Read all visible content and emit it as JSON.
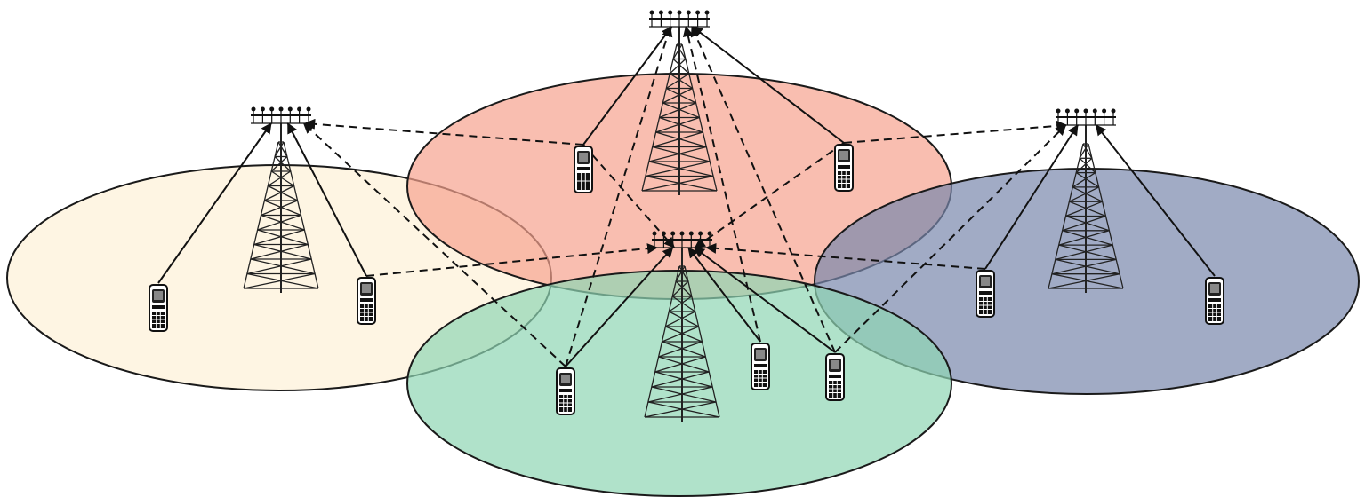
{
  "colors": {
    "cell_yellow": "#fdf1d7",
    "cell_red": "#f7a38e",
    "cell_green": "#8fd6b3",
    "cell_blue": "#7987ac",
    "stroke": "#1a1a1a",
    "tower": "#222222"
  },
  "cells": [
    {
      "id": "cell-left",
      "color_key": "cell_yellow"
    },
    {
      "id": "cell-top",
      "color_key": "cell_red"
    },
    {
      "id": "cell-right",
      "color_key": "cell_blue"
    },
    {
      "id": "cell-bottom",
      "color_key": "cell_green"
    }
  ],
  "towers": [
    {
      "id": "tower-left",
      "icon": "cell-tower-icon",
      "antenna": "antenna-array-icon"
    },
    {
      "id": "tower-top",
      "icon": "cell-tower-icon",
      "antenna": "antenna-array-icon"
    },
    {
      "id": "tower-center",
      "icon": "cell-tower-icon",
      "antenna": "antenna-array-icon"
    },
    {
      "id": "tower-right",
      "icon": "cell-tower-icon",
      "antenna": "antenna-array-icon"
    }
  ],
  "phones": [
    {
      "id": "phone-l1",
      "icon": "mobile-phone-icon"
    },
    {
      "id": "phone-l2",
      "icon": "mobile-phone-icon"
    },
    {
      "id": "phone-t1",
      "icon": "mobile-phone-icon"
    },
    {
      "id": "phone-t2",
      "icon": "mobile-phone-icon"
    },
    {
      "id": "phone-r1",
      "icon": "mobile-phone-icon"
    },
    {
      "id": "phone-r2",
      "icon": "mobile-phone-icon"
    },
    {
      "id": "phone-b1",
      "icon": "mobile-phone-icon"
    },
    {
      "id": "phone-b2",
      "icon": "mobile-phone-icon"
    },
    {
      "id": "phone-b3",
      "icon": "mobile-phone-icon"
    }
  ],
  "links": [
    {
      "from": "phone-l1",
      "to": "tower-left",
      "style": "solid"
    },
    {
      "from": "phone-l2",
      "to": "tower-left",
      "style": "solid"
    },
    {
      "from": "phone-l2",
      "to": "tower-center",
      "style": "dashed"
    },
    {
      "from": "phone-t1",
      "to": "tower-top",
      "style": "solid"
    },
    {
      "from": "phone-t2",
      "to": "tower-top",
      "style": "solid"
    },
    {
      "from": "phone-t1",
      "to": "tower-left",
      "style": "dashed"
    },
    {
      "from": "phone-t1",
      "to": "tower-center",
      "style": "dashed"
    },
    {
      "from": "phone-t2",
      "to": "tower-center",
      "style": "dashed"
    },
    {
      "from": "phone-t2",
      "to": "tower-right",
      "style": "dashed"
    },
    {
      "from": "phone-r1",
      "to": "tower-right",
      "style": "solid"
    },
    {
      "from": "phone-r2",
      "to": "tower-right",
      "style": "solid"
    },
    {
      "from": "phone-r1",
      "to": "tower-center",
      "style": "dashed"
    },
    {
      "from": "phone-b1",
      "to": "tower-center",
      "style": "solid"
    },
    {
      "from": "phone-b2",
      "to": "tower-center",
      "style": "solid"
    },
    {
      "from": "phone-b3",
      "to": "tower-center",
      "style": "solid"
    },
    {
      "from": "phone-b1",
      "to": "tower-left",
      "style": "dashed"
    },
    {
      "from": "phone-b1",
      "to": "tower-top",
      "style": "dashed"
    },
    {
      "from": "phone-b2",
      "to": "tower-top",
      "style": "dashed"
    },
    {
      "from": "phone-b3",
      "to": "tower-top",
      "style": "dashed"
    },
    {
      "from": "phone-b3",
      "to": "tower-right",
      "style": "dashed"
    }
  ]
}
